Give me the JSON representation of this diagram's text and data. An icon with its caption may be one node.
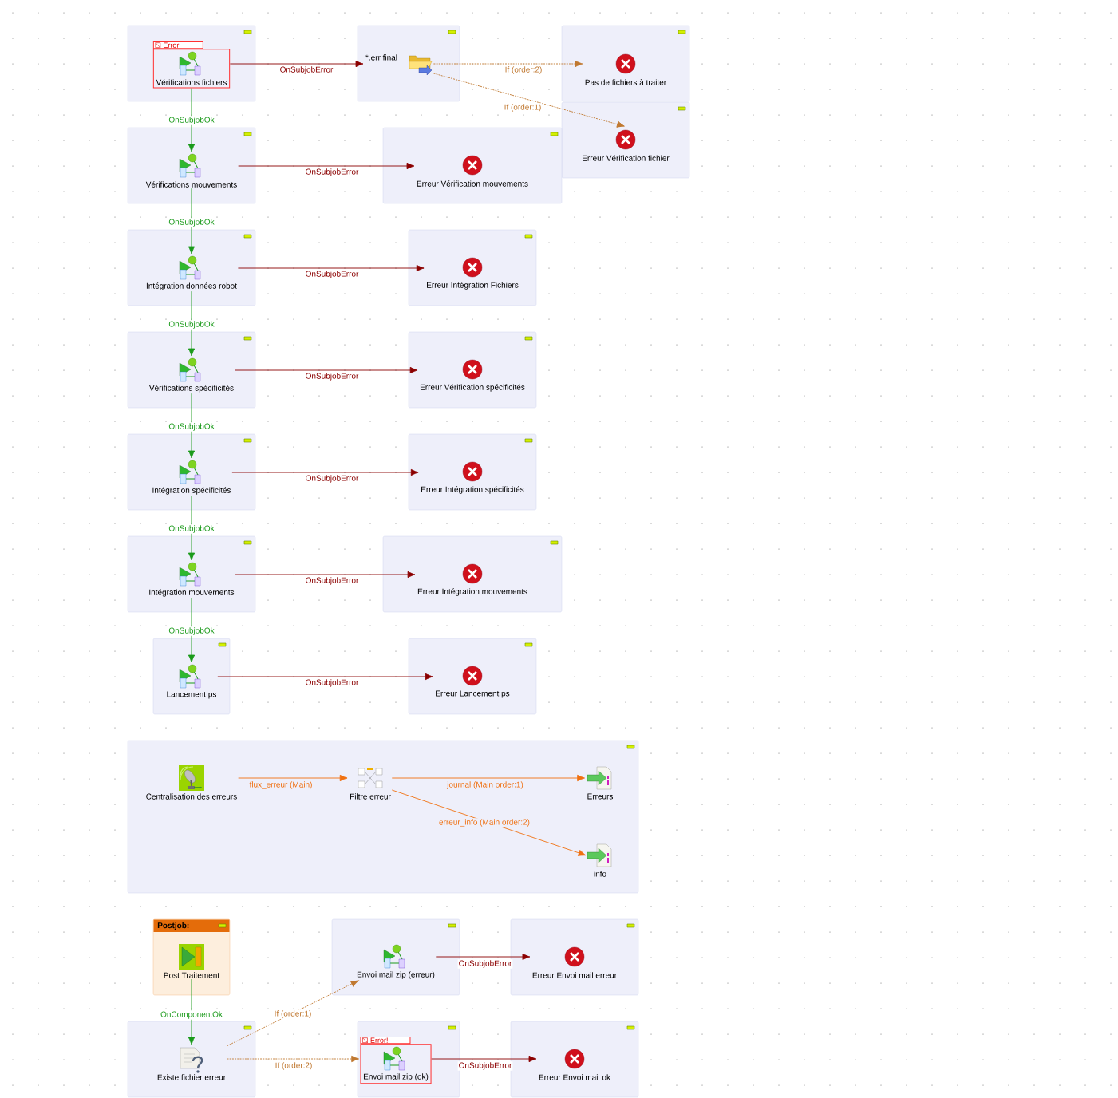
{
  "diagram": {
    "nodes": [
      {
        "text": [],
        "shape": "box"
      },
      {
        "text": [
          "Error!",
          "Vérifications fichiers"
        ],
        "in": 0
      },
      {
        "text": [],
        "shape": "box"
      },
      {
        "text": [
          "*.err final"
        ],
        "in": 2
      },
      {
        "text": [],
        "shape": "box"
      },
      {
        "text": [
          "Pas de fichiers à traiter"
        ],
        "in": 4
      },
      {
        "text": [],
        "shape": "box"
      },
      {
        "text": [
          "Erreur Vérification fichier"
        ],
        "in": 6
      },
      {
        "text": [],
        "shape": "box"
      },
      {
        "text": [
          "Vérifications mouvements"
        ],
        "in": 8
      },
      {
        "text": [],
        "shape": "box"
      },
      {
        "text": [
          "Erreur Vérification mouvements"
        ],
        "in": 10
      },
      {
        "text": [],
        "shape": "box"
      },
      {
        "text": [
          "Intégration données robot"
        ],
        "in": 12
      },
      {
        "text": [],
        "shape": "box"
      },
      {
        "text": [
          "Erreur Intégration Fichiers"
        ],
        "in": 14
      },
      {
        "text": [],
        "shape": "box"
      },
      {
        "text": [
          "Vérifications spécificités"
        ],
        "in": 16
      },
      {
        "text": [],
        "shape": "box"
      },
      {
        "text": [
          "Erreur Vérification spécificités"
        ],
        "in": 18
      },
      {
        "text": [],
        "shape": "box"
      },
      {
        "text": [
          "Intégration spécificités"
        ],
        "in": 20
      },
      {
        "text": [],
        "shape": "box"
      },
      {
        "text": [
          "Erreur Intégration spécificités"
        ],
        "in": 22
      },
      {
        "text": [],
        "shape": "box"
      },
      {
        "text": [
          "Intégration mouvements"
        ],
        "in": 24
      },
      {
        "text": [],
        "shape": "box"
      },
      {
        "text": [
          "Erreur Intégration mouvements"
        ],
        "in": 26
      },
      {
        "text": [],
        "shape": "box"
      },
      {
        "text": [
          "Lancement ps"
        ],
        "in": 28
      },
      {
        "text": [],
        "shape": "box"
      },
      {
        "text": [
          "Erreur Lancement ps"
        ],
        "in": 30
      },
      {
        "text": [],
        "shape": "box"
      },
      {
        "text": [
          "Centralisation des erreurs"
        ],
        "in": 32
      },
      {
        "text": [
          "Filtre erreur"
        ],
        "in": 32
      },
      {
        "text": [
          "Erreurs"
        ],
        "in": 32
      },
      {
        "text": [
          "info"
        ],
        "in": 32
      },
      {
        "text": [
          "Postjob:"
        ]
      },
      {
        "text": [
          "Post Traitement"
        ],
        "in": 37
      },
      {
        "text": [],
        "shape": "box"
      },
      {
        "text": [
          "Envoi mail zip (erreur)"
        ],
        "in": 39
      },
      {
        "text": [],
        "shape": "box"
      },
      {
        "text": [
          "Erreur Envoi mail erreur"
        ],
        "in": 41
      },
      {
        "text": [],
        "shape": "box"
      },
      {
        "text": [
          "Existe fichier erreur"
        ],
        "in": 43
      },
      {
        "text": [],
        "shape": "box"
      },
      {
        "text": [
          "Error!",
          "Envoi mail zip (ok)"
        ],
        "in": 45
      },
      {
        "text": [],
        "shape": "box"
      },
      {
        "text": [
          "Erreur Envoi mail ok"
        ],
        "in": 47
      }
    ],
    "edges": [
      {
        "from": 1,
        "to": 3,
        "arrow": "to",
        "label": "OnSubjobError"
      },
      {
        "from": 3,
        "to": 5,
        "arrow": "to",
        "label": "If (order:2)",
        "style": "dashed",
        "color": "#c07830"
      },
      {
        "from": 3,
        "to": 7,
        "arrow": "to",
        "label": "If (order:1)",
        "style": "dashed",
        "color": "#c07830"
      },
      {
        "from": 1,
        "to": 9,
        "arrow": "to",
        "label": "OnSubjobOk",
        "color": "#1a9a1a"
      },
      {
        "from": 9,
        "to": 11,
        "arrow": "to",
        "label": "OnSubjobError"
      },
      {
        "from": 9,
        "to": 13,
        "arrow": "to",
        "label": "OnSubjobOk",
        "color": "#1a9a1a"
      },
      {
        "from": 13,
        "to": 15,
        "arrow": "to",
        "label": "OnSubjobError"
      },
      {
        "from": 13,
        "to": 17,
        "arrow": "to",
        "label": "OnSubjobOk",
        "color": "#1a9a1a"
      },
      {
        "from": 17,
        "to": 19,
        "arrow": "to",
        "label": "OnSubjobError"
      },
      {
        "from": 17,
        "to": 21,
        "arrow": "to",
        "label": "OnSubjobOk",
        "color": "#1a9a1a"
      },
      {
        "from": 21,
        "to": 23,
        "arrow": "to",
        "label": "OnSubjobError"
      },
      {
        "from": 21,
        "to": 25,
        "arrow": "to",
        "label": "OnSubjobOk",
        "color": "#1a9a1a"
      },
      {
        "from": 25,
        "to": 27,
        "arrow": "to",
        "label": "OnSubjobError"
      },
      {
        "from": 25,
        "to": 29,
        "arrow": "to",
        "label": "OnSubjobOk",
        "color": "#1a9a1a"
      },
      {
        "from": 29,
        "to": 31,
        "arrow": "to",
        "label": "OnSubjobError"
      },
      {
        "from": 33,
        "to": 34,
        "arrow": "to",
        "label": "flux_erreur (Main)",
        "color": "#f07010"
      },
      {
        "from": 34,
        "to": 35,
        "arrow": "to",
        "label": "journal (Main order:1)",
        "color": "#f07010"
      },
      {
        "from": 34,
        "to": 36,
        "arrow": "to",
        "label": "erreur_info (Main order:2)",
        "color": "#f07010"
      },
      {
        "from": 38,
        "to": 44,
        "arrow": "to",
        "label": "OnComponentOk",
        "color": "#1a9a1a"
      },
      {
        "from": 44,
        "to": 40,
        "arrow": "to",
        "label": "If (order:1)",
        "style": "dashed",
        "color": "#c07830"
      },
      {
        "from": 44,
        "to": 46,
        "arrow": "to",
        "label": "If (order:2)",
        "style": "dashed",
        "color": "#c07830"
      },
      {
        "from": 40,
        "to": 42,
        "arrow": "to",
        "label": "OnSubjobError"
      },
      {
        "from": 46,
        "to": 48,
        "arrow": "to",
        "label": "OnSubjobError"
      }
    ]
  }
}
